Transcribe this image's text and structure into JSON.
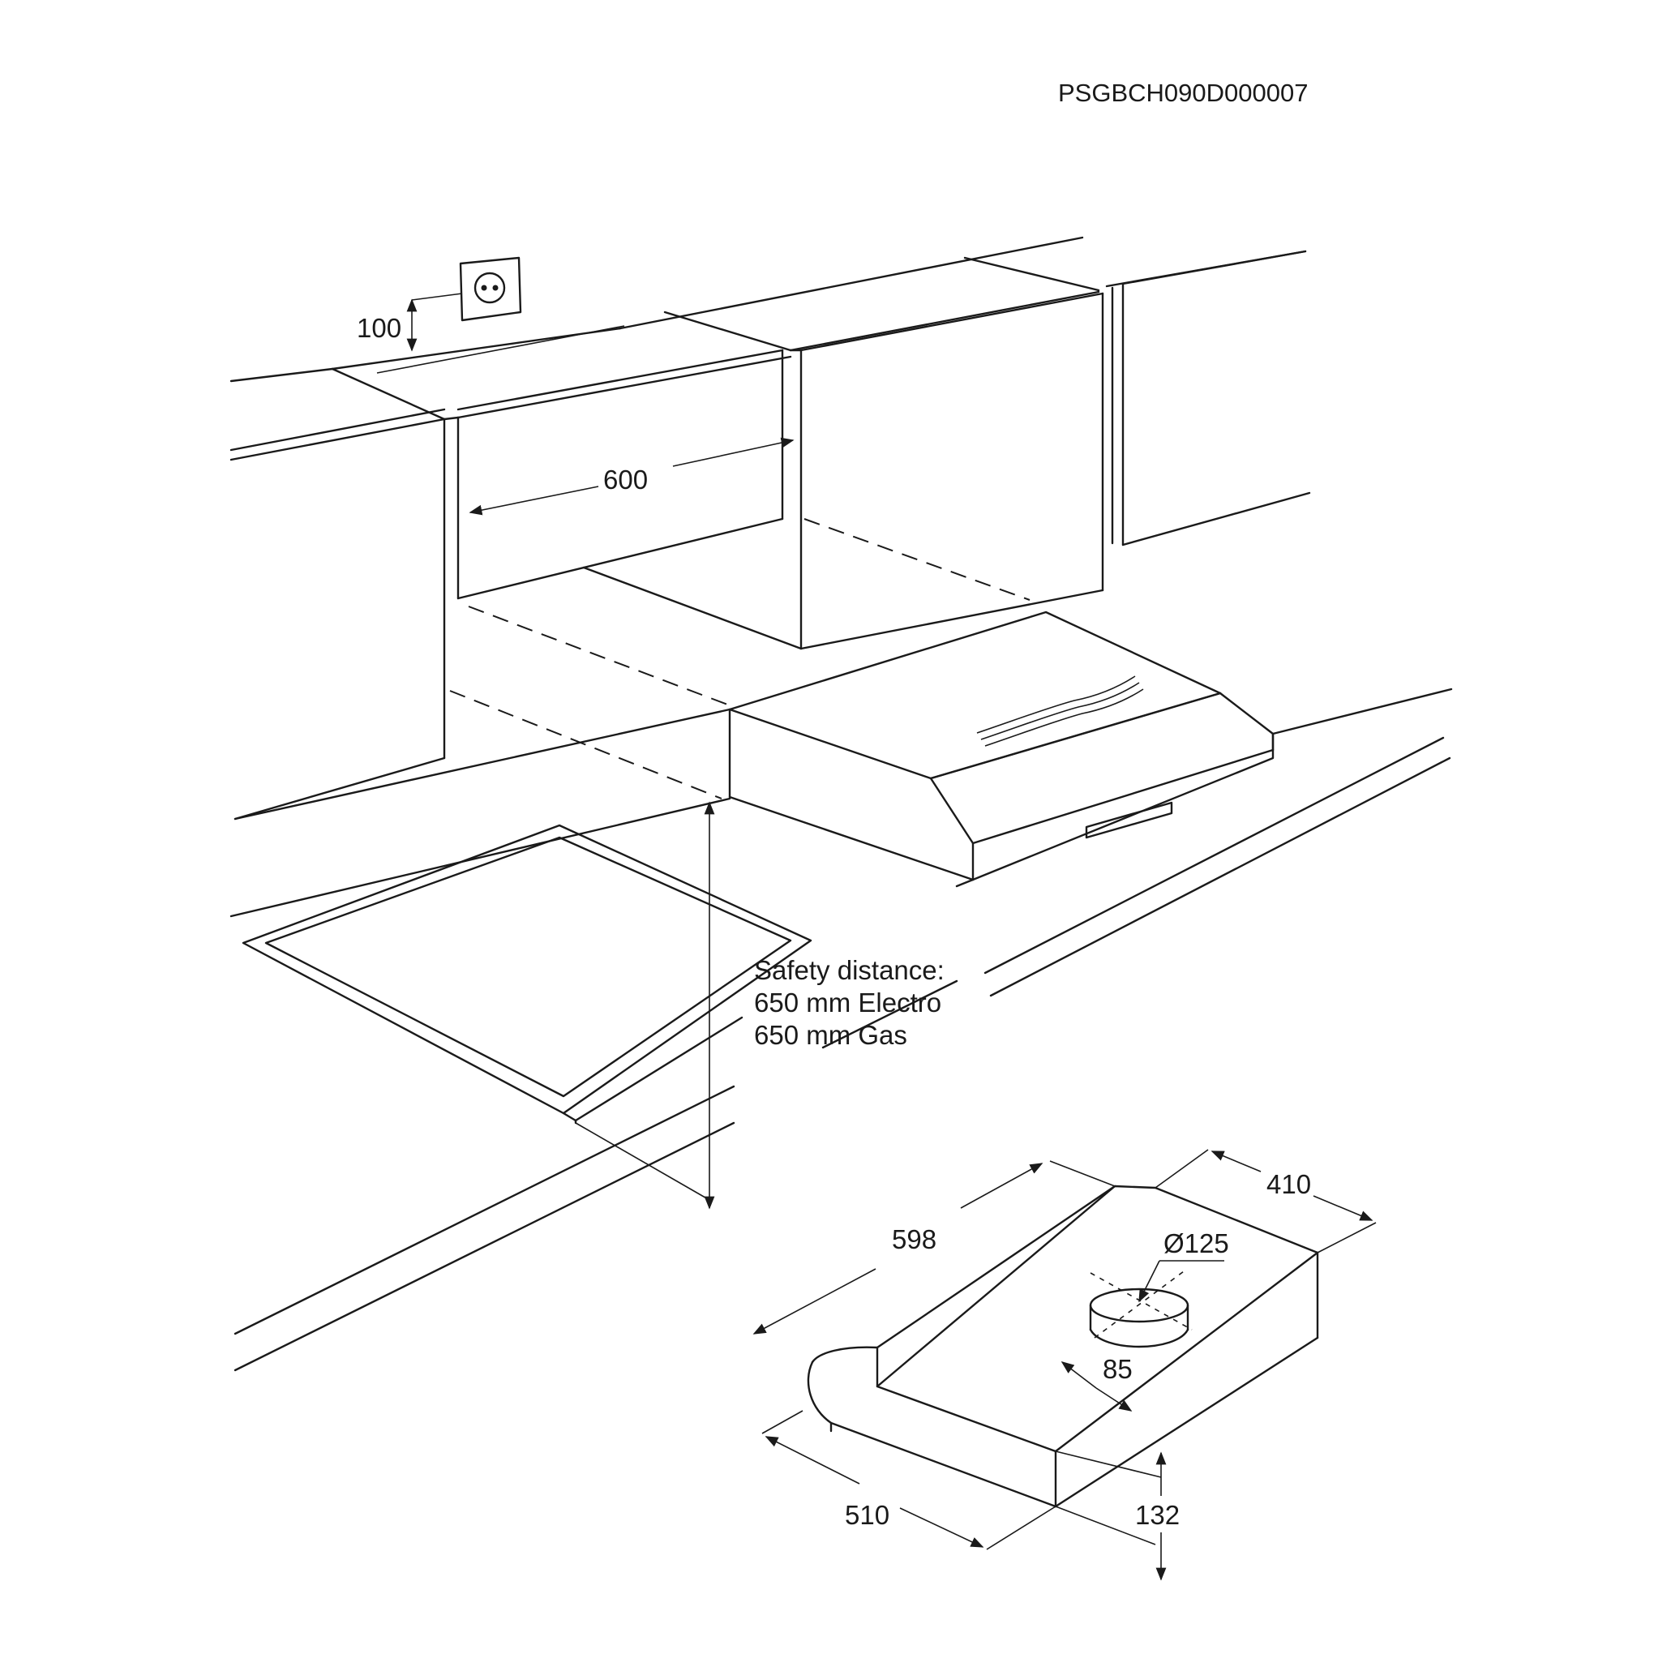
{
  "doc_code": "PSGBCH090D000007",
  "socket_height": "100",
  "cabinet_gap": "600",
  "safety": {
    "line1": "Safety distance:",
    "line2": "650 mm Electro",
    "line3": "650 mm Gas"
  },
  "hood": {
    "width": "598",
    "depth": "410",
    "outlet_diameter": "Ø125",
    "outlet_offset": "85",
    "front_depth": "510",
    "height": "132"
  }
}
